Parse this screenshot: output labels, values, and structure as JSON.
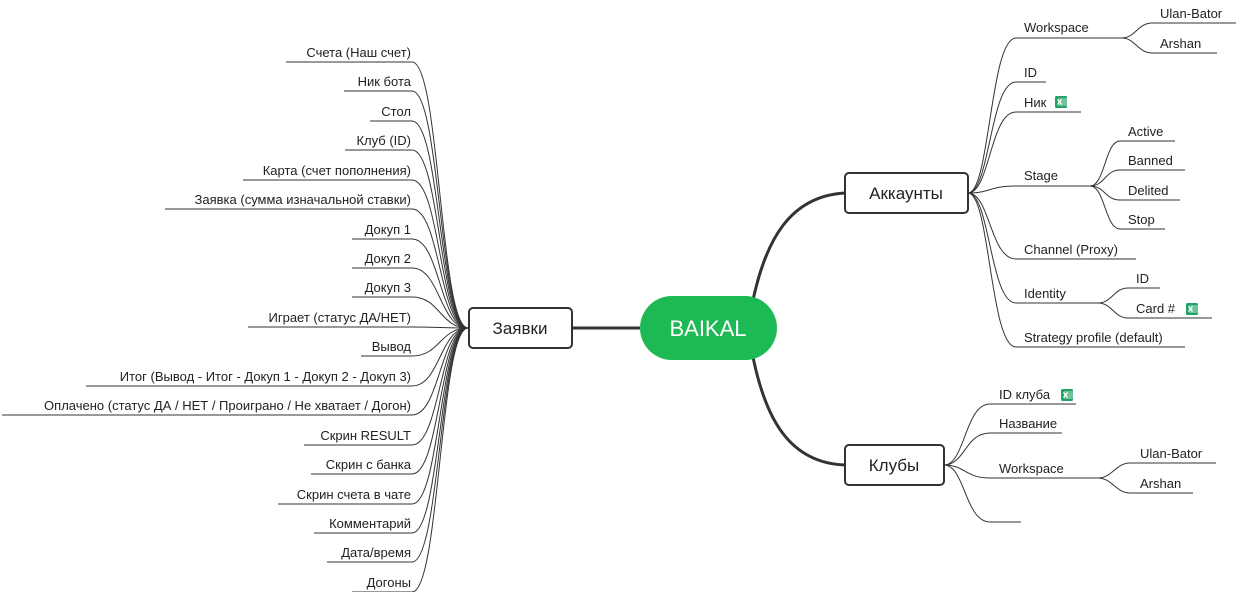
{
  "root": {
    "label": "BAIKAL",
    "color": "#1db954"
  },
  "left_branch": {
    "label": "Заявки",
    "items": [
      "Счета (Наш счет)",
      "Ник бота",
      "Стол",
      "Клуб (ID)",
      "Карта (счет пополнения)",
      "Заявка (сумма изначальной ставки)",
      "Докуп 1",
      "Докуп 2",
      "Докуп 3",
      "Играет (статус ДА/НЕТ)",
      "Вывод",
      "Итог (Вывод - Итог - Докуп 1 - Докуп 2 - Докуп 3)",
      "Оплачено (статус ДА / НЕТ / Проиграно / Не хватает / Догон)",
      "Скрин RESULT",
      "Скрин с банка",
      "Скрин счета в чате",
      "Комментарий",
      "Дата/время",
      "Догоны"
    ]
  },
  "accounts": {
    "label": "Аккаунты",
    "workspace": {
      "label": "Workspace",
      "children": [
        "Ulan-Bator",
        "Arshan"
      ]
    },
    "id": "ID",
    "nick": "Ник",
    "stage": {
      "label": "Stage",
      "children": [
        "Active",
        "Banned",
        "Delited",
        "Stop"
      ]
    },
    "channel": "Channel (Proxy)",
    "identity": {
      "label": "Identity",
      "children": [
        "ID",
        "Card #"
      ]
    },
    "strategy": "Strategy profile (default)"
  },
  "clubs": {
    "label": "Клубы",
    "id_club": "ID клуба",
    "name": "Название",
    "workspace": {
      "label": "Workspace",
      "children": [
        "Ulan-Bator",
        "Arshan"
      ]
    },
    "empty": ""
  },
  "icons": {
    "sheet_icon": "spreadsheet-icon",
    "sheet_color": "#21a366"
  }
}
